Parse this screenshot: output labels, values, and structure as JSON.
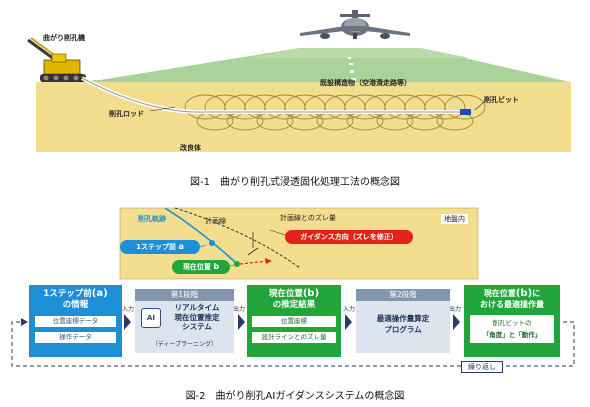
{
  "figure1": {
    "caption": "図-1　曲がり削孔式浸透固化処理工法の概念図",
    "labels": {
      "machine": "曲がり削孔機",
      "structure": "既設構造物（空港滑走路等）",
      "rod": "削孔ロッド",
      "bit": "削孔ビット",
      "improved": "改良体"
    }
  },
  "figure2": {
    "caption": "図-2　曲がり削孔AIガイダンスシステムの概念図",
    "top": {
      "trajectory": "削孔軌跡",
      "plan_line": "計画線",
      "deviation": "計画線とのズレ量",
      "underground": "地盤内",
      "guidance": "ガイダンス方向（ズレを修正）",
      "prev_pos_prefix": "1ステップ前",
      "prev_pos_letter": "a",
      "current_pos_prefix": "現在位置",
      "current_pos_letter": "b"
    },
    "flow": {
      "box1": {
        "title_prefix": "1ステップ前",
        "title_letter": "(a)",
        "title_line2": "の情報",
        "item1": "位置座標データ",
        "item2": "操作データ"
      },
      "input1": "入力",
      "stage1": {
        "header": "第1段階",
        "line1": "リアルタイム",
        "line2": "現在位置推定",
        "line3": "システム",
        "sub": "（ディープラーニング）",
        "ai_label": "AI"
      },
      "output1": "出力",
      "box2": {
        "title_prefix": "現在位置",
        "title_letter": "(b)",
        "title_line2": "の推定結果",
        "item1": "位置座標",
        "item2": "設計ラインとのズレ量"
      },
      "input2": "入力",
      "stage2": {
        "header": "第2段階",
        "line1": "最適操作量算定",
        "line2": "プログラム"
      },
      "output2": "出力",
      "box3": {
        "title_prefix": "現在位置",
        "title_letter": "(b)",
        "title_suffix": "に",
        "title_line2": "おける最適操作量",
        "item1": "削孔ビットの",
        "item2": "「角度」と「動作」"
      },
      "repeat": "繰り返し"
    }
  },
  "colors": {
    "blue": "#1c8fd6",
    "green": "#22a53a",
    "gray": "#8496ad",
    "red": "#e4221c",
    "ground": "#f3dd8e",
    "grass": "#a9d398"
  }
}
